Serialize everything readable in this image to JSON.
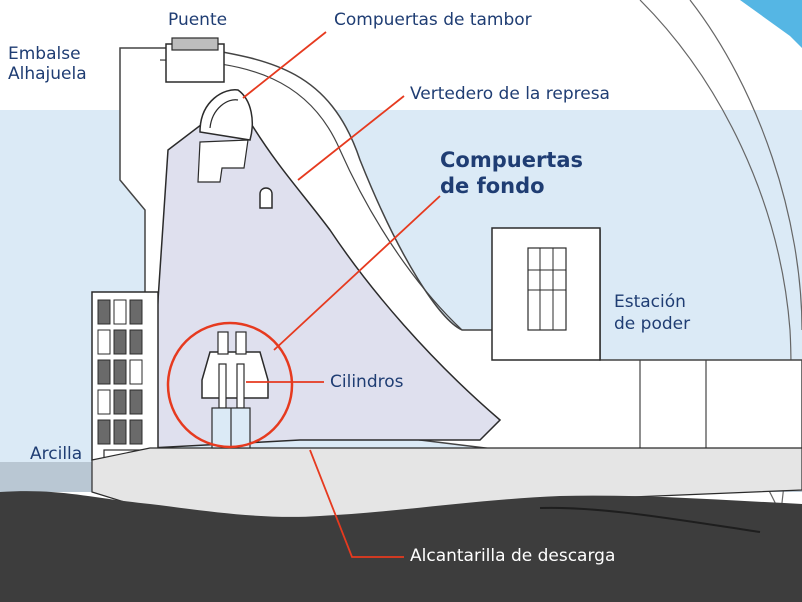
{
  "diagram": {
    "labels": {
      "puente": "Puente",
      "compuertas_tambor": "Compuertas de tambor",
      "embalse_line1": "Embalse",
      "embalse_line2": "Alhajuela",
      "vertedero": "Vertedero de la represa",
      "compuertas_fondo_line1": "Compuertas",
      "compuertas_fondo_line2": "de fondo",
      "estacion_line1": "Estación",
      "estacion_line2": "de poder",
      "cilindros": "Cilindros",
      "arcilla": "Arcilla",
      "alcantarilla": "Alcantarilla de descarga"
    },
    "colors": {
      "water": "#dbeaf6",
      "dam": "#dfe0ee",
      "outline": "#2b2b2b",
      "leader": "#e63a1f",
      "ground": "#3d3d3d",
      "foundation": "#e5e5e5",
      "text": "#1f3d73",
      "accent": "#55b6e4"
    }
  }
}
